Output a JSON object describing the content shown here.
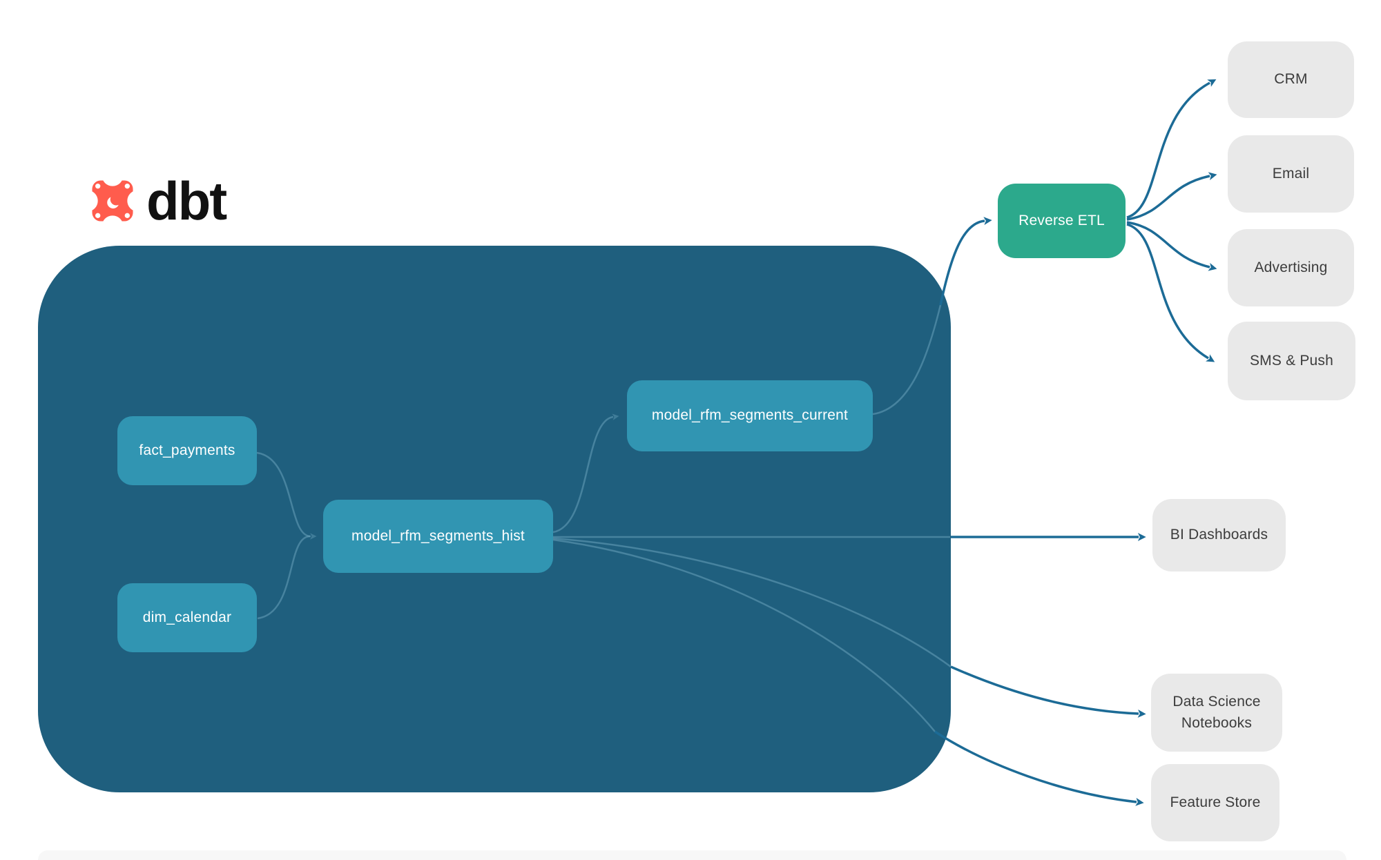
{
  "logo": {
    "brand": "dbt"
  },
  "nodes": {
    "sources": [
      {
        "label": "fact_payments"
      },
      {
        "label": "dim_calendar"
      }
    ],
    "models": [
      {
        "label": "model_rfm_segments_hist"
      },
      {
        "label": "model_rfm_segments_current"
      }
    ],
    "reverse_etl": {
      "label": "Reverse ETL"
    },
    "activation_destinations": [
      {
        "label": "CRM"
      },
      {
        "label": "Email"
      },
      {
        "label": "Advertising"
      },
      {
        "label": "SMS & Push"
      }
    ],
    "analytics_outputs": [
      {
        "label": "BI Dashboards"
      },
      {
        "label": "Data Science Notebooks"
      },
      {
        "label": "Feature Store"
      }
    ]
  },
  "colors": {
    "container": "#1f5f7e",
    "model_node": "#3195b2",
    "reverse_etl_node": "#2ca98c",
    "destination_node": "#e9e9e9",
    "edge": "#1c6b96",
    "edge_inner": "#6fa8c0",
    "logo": "#ff5c4d",
    "node_text": "#ffffff",
    "destination_text": "#3c3c3c"
  }
}
